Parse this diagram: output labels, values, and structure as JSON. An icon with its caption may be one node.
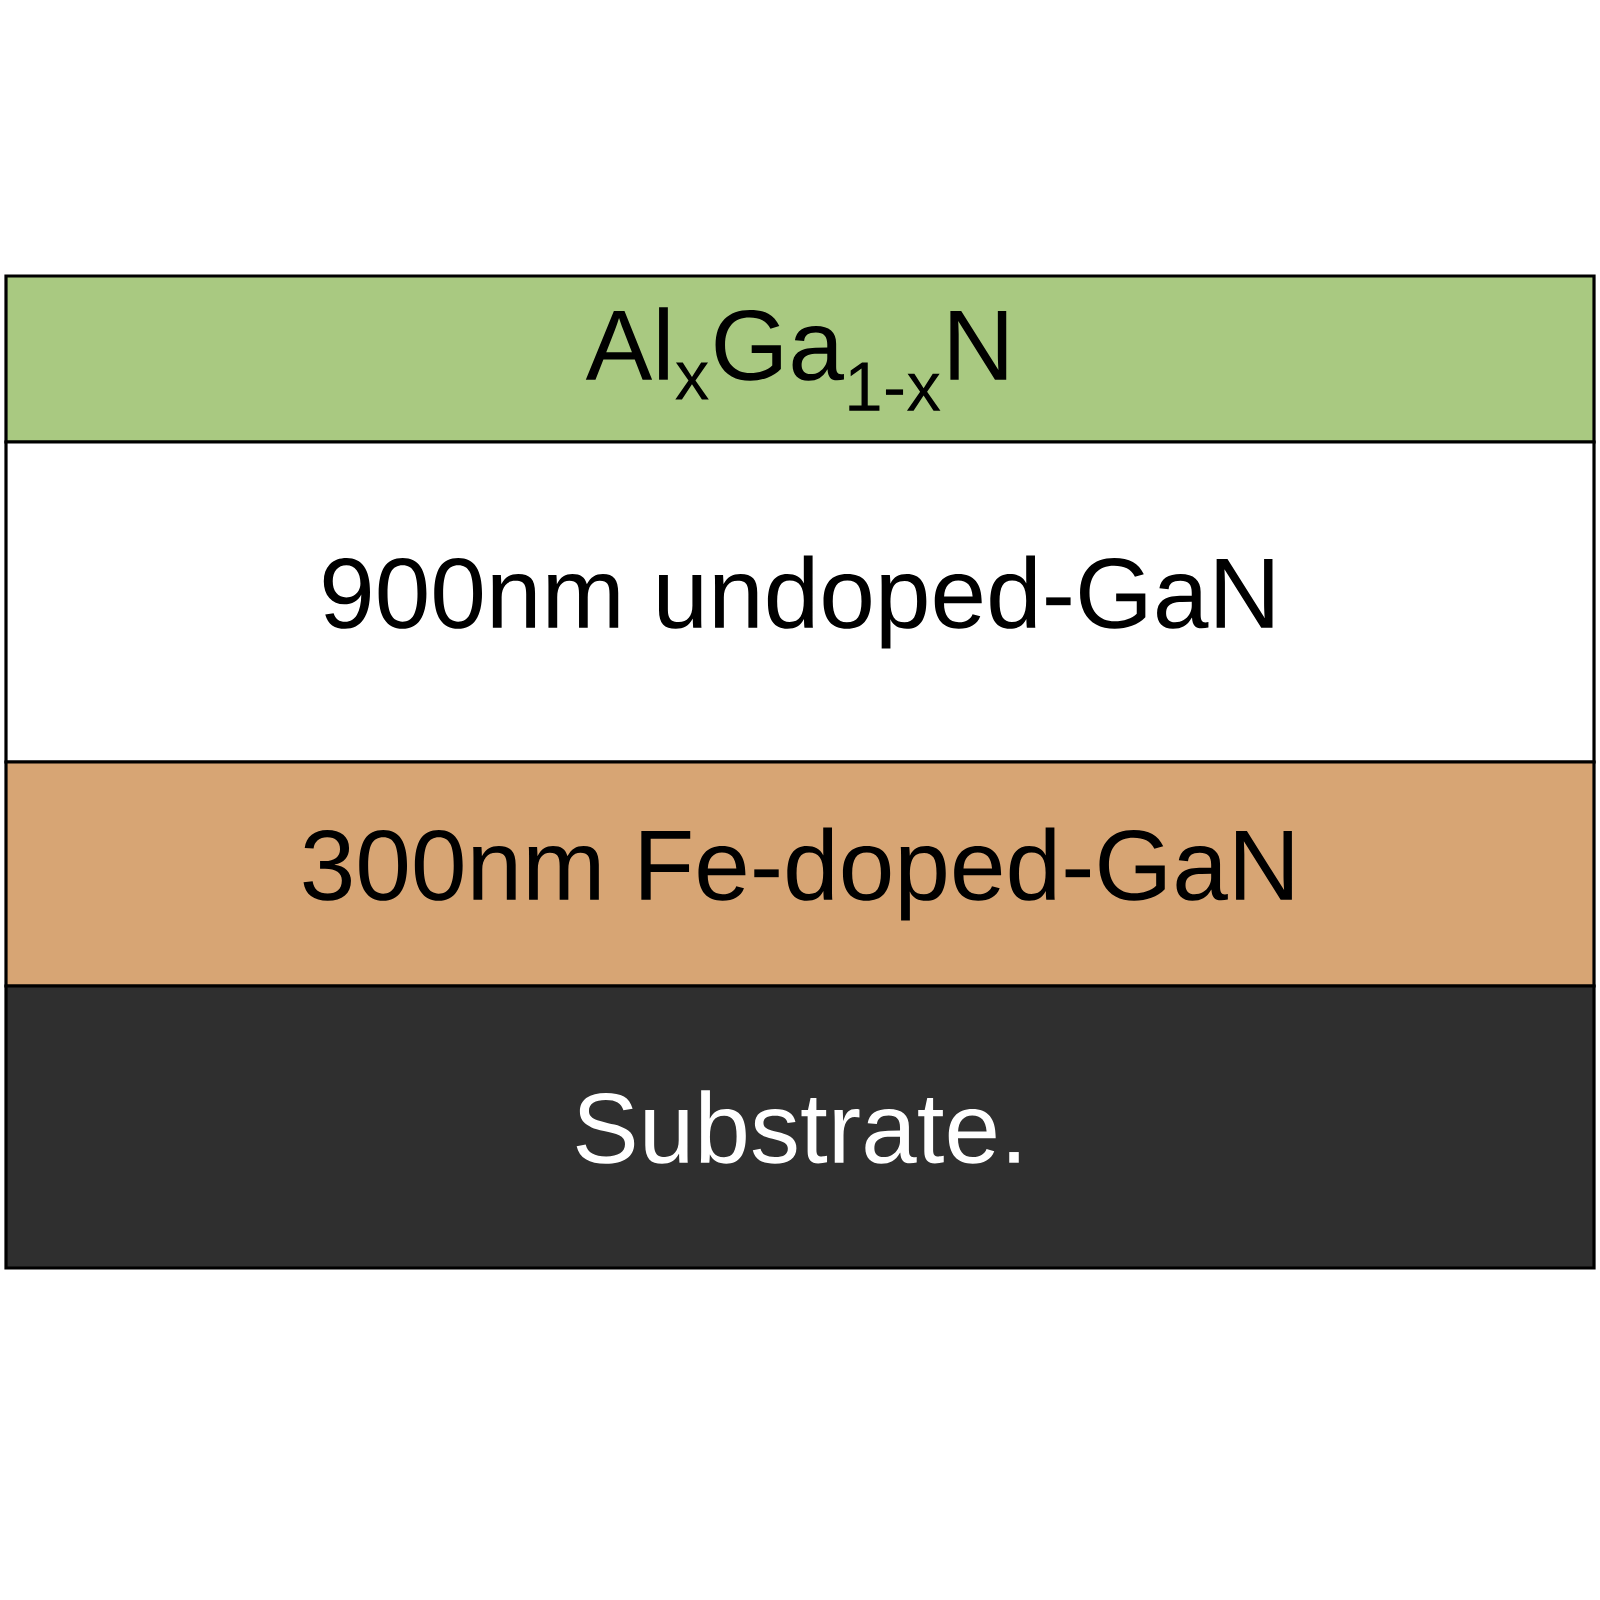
{
  "diagram": {
    "nodes": [
      {
        "text": [
          "Al$_{x}$Ga$_{1-x}$N"
        ]
      },
      {
        "text": [
          "900nm undoped-GaN"
        ]
      },
      {
        "text": [
          "300nm Fe-doped-GaN"
        ]
      },
      {
        "text": [
          "Substrate."
        ]
      }
    ]
  }
}
